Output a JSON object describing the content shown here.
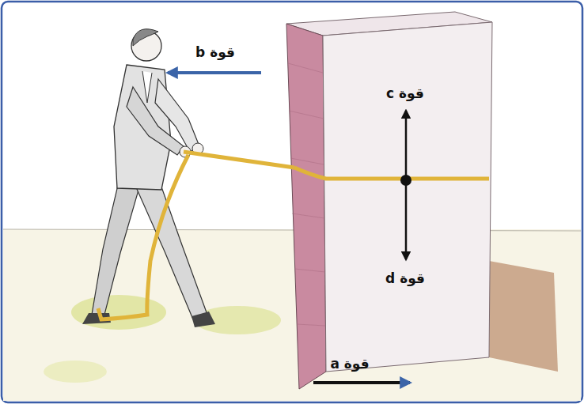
{
  "diagram": {
    "labels": [
      "قوة b",
      "قوة c",
      "قوة d",
      "قوة a"
    ]
  }
}
